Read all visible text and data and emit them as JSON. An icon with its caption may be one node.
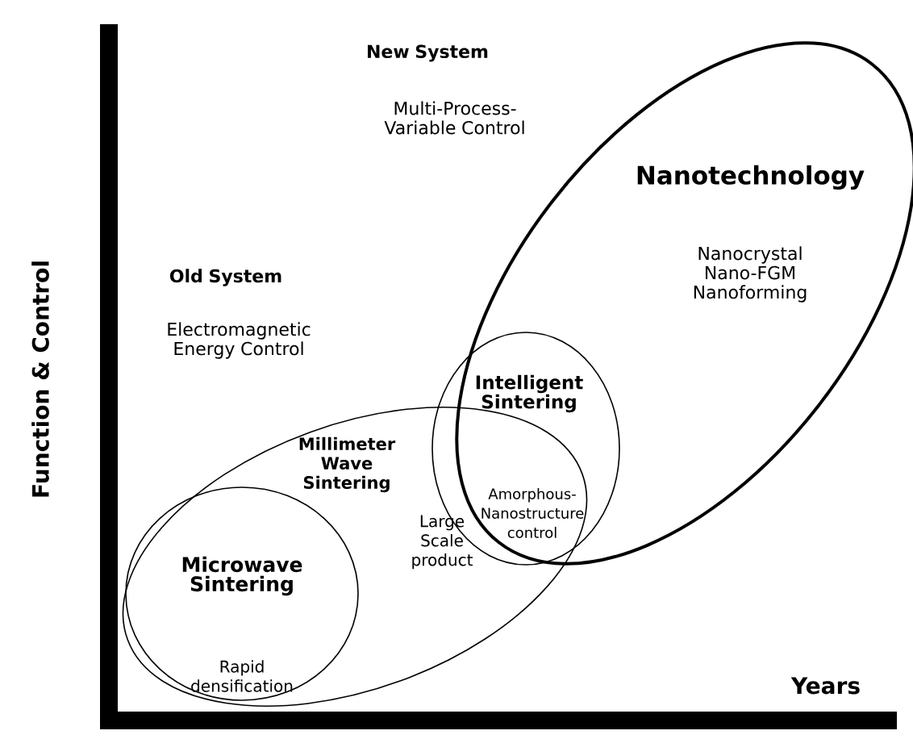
{
  "diagram": {
    "nodes": [
      {
        "text": [
          "Millimeter Wave Sintering",
          "Large Scale product"
        ],
        "beside": [
          "Old System",
          "Electromagnetic Energy Control"
        ]
      },
      {
        "text": [
          "Microwave Sintering",
          "Rapid densification"
        ],
        "in": 0
      },
      {
        "text": [
          "Nanotechnology",
          "Nanocrystal Nano-FGM Nanoforming"
        ],
        "beside": [
          "New System",
          "Multi-Process-Variable Control"
        ]
      },
      {
        "text": [
          "Intelligent Sintering",
          "Amorphous-Nanostructure control"
        ]
      }
    ],
    "labels": [
      "Function & Control",
      "Years"
    ]
  }
}
